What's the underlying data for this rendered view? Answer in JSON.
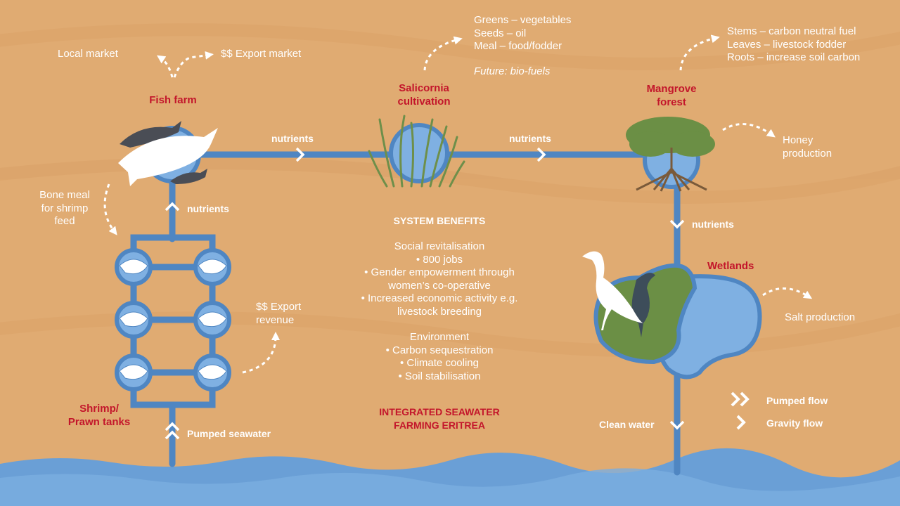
{
  "colors": {
    "background": "#e0ab72",
    "pipe": "#4f86c2",
    "pool": "#7fb0e2",
    "accent_red": "#c3162b",
    "wetland_green": "#6b8f45",
    "sea": "#6a9fd6",
    "white": "#ffffff"
  },
  "title": {
    "line1": "INTEGRATED SEAWATER",
    "line2": "FARMING ERITREA"
  },
  "nodes": {
    "fish_farm": {
      "label": "Fish farm"
    },
    "salicornia": {
      "label_line1": "Salicornia",
      "label_line2": "cultivation"
    },
    "mangrove": {
      "label_line1": "Mangrove",
      "label_line2": "forest"
    },
    "wetlands": {
      "label": "Wetlands"
    },
    "shrimp": {
      "label_line1": "Shrimp/",
      "label_line2": "Prawn tanks"
    }
  },
  "flows": {
    "nutrients_1": "nutrients",
    "nutrients_2": "nutrients",
    "nutrients_up": "nutrients",
    "nutrients_down": "nutrients",
    "pumped_seawater": "Pumped seawater",
    "clean_water": "Clean water"
  },
  "outputs": {
    "local_market": "Local market",
    "export_market": "$$ Export market",
    "bone_meal": [
      "Bone meal",
      "for shrimp",
      "feed"
    ],
    "export_revenue": [
      "$$ Export",
      "revenue"
    ],
    "salicornia_products": [
      "Greens – vegetables",
      "Seeds – oil",
      "Meal – food/fodder"
    ],
    "future": "Future: bio-fuels",
    "mangrove_products": [
      "Stems – carbon neutral fuel",
      "Leaves – livestock fodder",
      "Roots – increase soil carbon"
    ],
    "honey": [
      "Honey",
      "production"
    ],
    "salt": "Salt production"
  },
  "benefits": {
    "heading": "SYSTEM BENEFITS",
    "social": [
      "Social revitalisation",
      "• 800 jobs",
      "• Gender empowerment through",
      "women’s co-operative",
      "• Increased economic activity e.g.",
      "livestock breeding"
    ],
    "environment": [
      "Environment",
      "• Carbon sequestration",
      "• Climate cooling",
      "• Soil stabilisation"
    ]
  },
  "legend": {
    "pumped": "Pumped flow",
    "gravity": "Gravity flow"
  },
  "icons": [
    "fish-icon",
    "shrimp-icon",
    "salicornia-plant-icon",
    "mangrove-tree-icon",
    "egret-icon",
    "chevron-right-icon",
    "chevron-up-icon",
    "chevron-down-icon",
    "dashed-arrow-icon"
  ]
}
